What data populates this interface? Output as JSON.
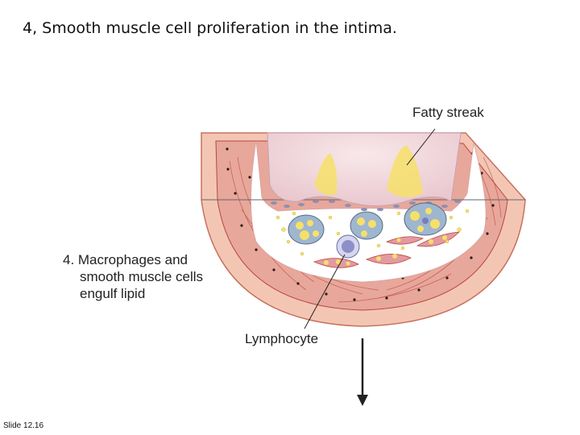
{
  "slide": {
    "title": "4, Smooth muscle cell proliferation in the intima.",
    "number": "Slide 12.16"
  },
  "diagram": {
    "labels": {
      "fatty_streak": "Fatty streak",
      "step_line1": "4. Macrophages and",
      "step_line2": "smooth muscle cells",
      "step_line3": "engulf lipid",
      "lymphocyte": "Lymphocyte"
    }
  },
  "colors": {
    "media": "#e8a79b",
    "media_fiber": "#b9473e",
    "adventitia": "#f3c6b4",
    "lumen": "#f6dfe2",
    "lipid": "#f6e06a",
    "macrophage": "#9fb6cf",
    "lymphocyte": "#8d8fc9"
  }
}
